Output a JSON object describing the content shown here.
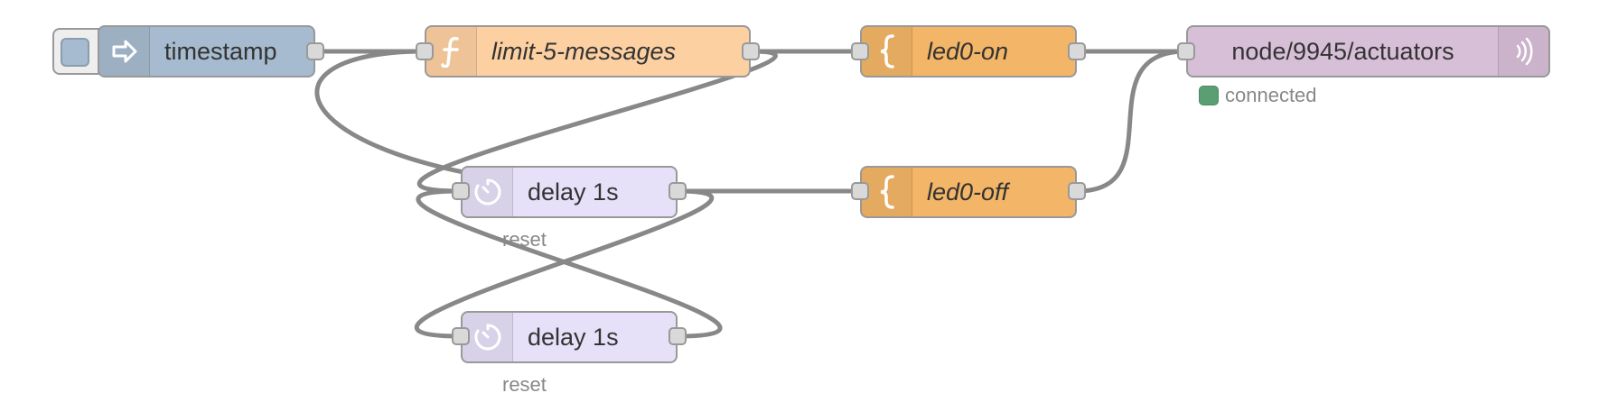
{
  "flow": {
    "nodes": [
      {
        "id": "timestamp",
        "label": "timestamp",
        "icon": "inject-arrow-icon",
        "color": "#a6bbcf"
      },
      {
        "id": "limit",
        "label": "limit-5-messages",
        "icon": "function-icon",
        "color": "#fdd0a2"
      },
      {
        "id": "led0on",
        "label": "led0-on",
        "icon": "template-brace-icon",
        "color": "#f3b567"
      },
      {
        "id": "mqtt",
        "label": "node/9945/actuators",
        "icon": "mqtt-wave-icon",
        "color": "#d8bfd8",
        "status": "connected",
        "status_color": "#5a9e74"
      },
      {
        "id": "delay1",
        "label": "delay 1s",
        "icon": "timer-icon",
        "color": "#e6e0f8",
        "sublabel": "reset"
      },
      {
        "id": "led0off",
        "label": "led0-off",
        "icon": "template-brace-icon",
        "color": "#f3b567"
      },
      {
        "id": "delay2",
        "label": "delay 1s",
        "icon": "timer-icon",
        "color": "#e6e0f8",
        "sublabel": "reset"
      }
    ]
  }
}
